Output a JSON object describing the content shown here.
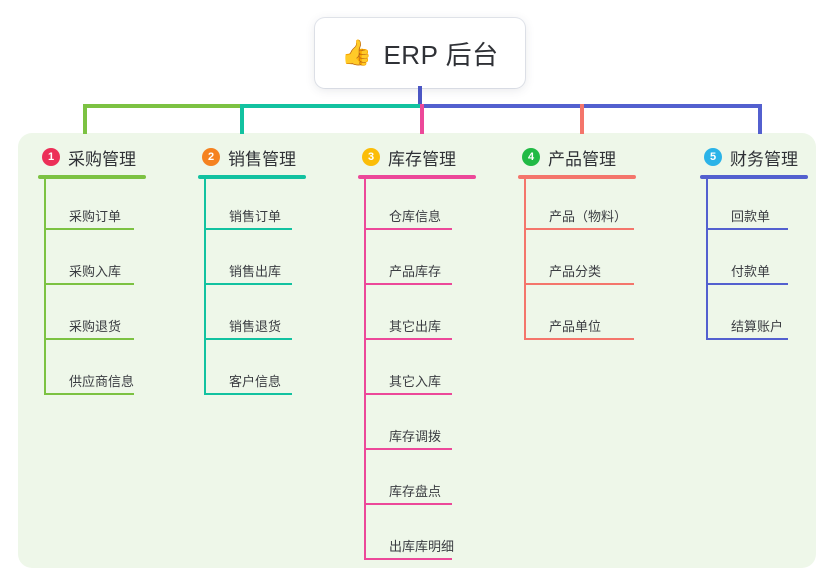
{
  "diagram": {
    "type": "mindmap",
    "background_panel_color": "#eef7e9",
    "root": {
      "emoji": "👍",
      "emoji_name": "thumbs-up-icon",
      "title": "ERP 后台",
      "box_color": "#ffffff",
      "stem_color": "#4b56c4"
    },
    "bus": {
      "segments": [
        {
          "color": "#7cc242"
        },
        {
          "color": "#12c2a0"
        },
        {
          "color": "#5360cf"
        }
      ]
    },
    "branches": [
      {
        "number": "1",
        "title": "采购管理",
        "badge_color": "#ec2f58",
        "line_color": "#7cc242",
        "children": [
          {
            "label": "采购订单"
          },
          {
            "label": "采购入库"
          },
          {
            "label": "采购退货"
          },
          {
            "label": "供应商信息"
          }
        ]
      },
      {
        "number": "2",
        "title": "销售管理",
        "badge_color": "#f58220",
        "line_color": "#12c2a0",
        "children": [
          {
            "label": "销售订单"
          },
          {
            "label": "销售出库"
          },
          {
            "label": "销售退货"
          },
          {
            "label": "客户信息"
          }
        ]
      },
      {
        "number": "3",
        "title": "库存管理",
        "badge_color": "#fbbd08",
        "line_color": "#ec4899",
        "children": [
          {
            "label": "仓库信息"
          },
          {
            "label": "产品库存"
          },
          {
            "label": "其它出库"
          },
          {
            "label": "其它入库"
          },
          {
            "label": "库存调拨"
          },
          {
            "label": "库存盘点"
          },
          {
            "label": "出库库明细"
          }
        ]
      },
      {
        "number": "4",
        "title": "产品管理",
        "badge_color": "#21ba45",
        "line_color": "#f4756b",
        "children": [
          {
            "label": "产品（物料）"
          },
          {
            "label": "产品分类"
          },
          {
            "label": "产品单位"
          }
        ]
      },
      {
        "number": "5",
        "title": "财务管理",
        "badge_color": "#2bb3e8",
        "line_color": "#5360cf",
        "children": [
          {
            "label": "回款单"
          },
          {
            "label": "付款单"
          },
          {
            "label": "结算账户"
          }
        ]
      }
    ]
  }
}
